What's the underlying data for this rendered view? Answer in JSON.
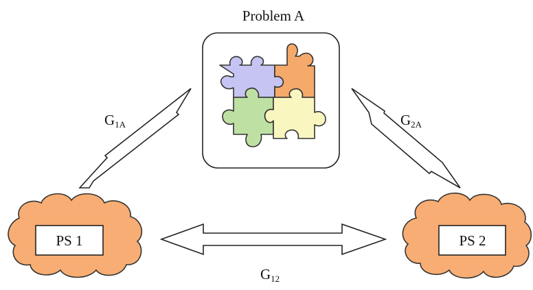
{
  "problem": {
    "title": "Problem A",
    "piece_colors": {
      "top_left": "#c6c4f2",
      "top_right": "#f5a96a",
      "bottom_left": "#bfe0a3",
      "bottom_right": "#f9f6bf"
    }
  },
  "nodes": {
    "ps1": {
      "label": "PS 1"
    },
    "ps2": {
      "label": "PS 2"
    },
    "cloud_color": "#f7ad73"
  },
  "edges": {
    "g1a": {
      "main": "G",
      "sub": "1A"
    },
    "g2a": {
      "main": "G",
      "sub": "2A"
    },
    "g12": {
      "main": "G",
      "sub": "12"
    }
  }
}
